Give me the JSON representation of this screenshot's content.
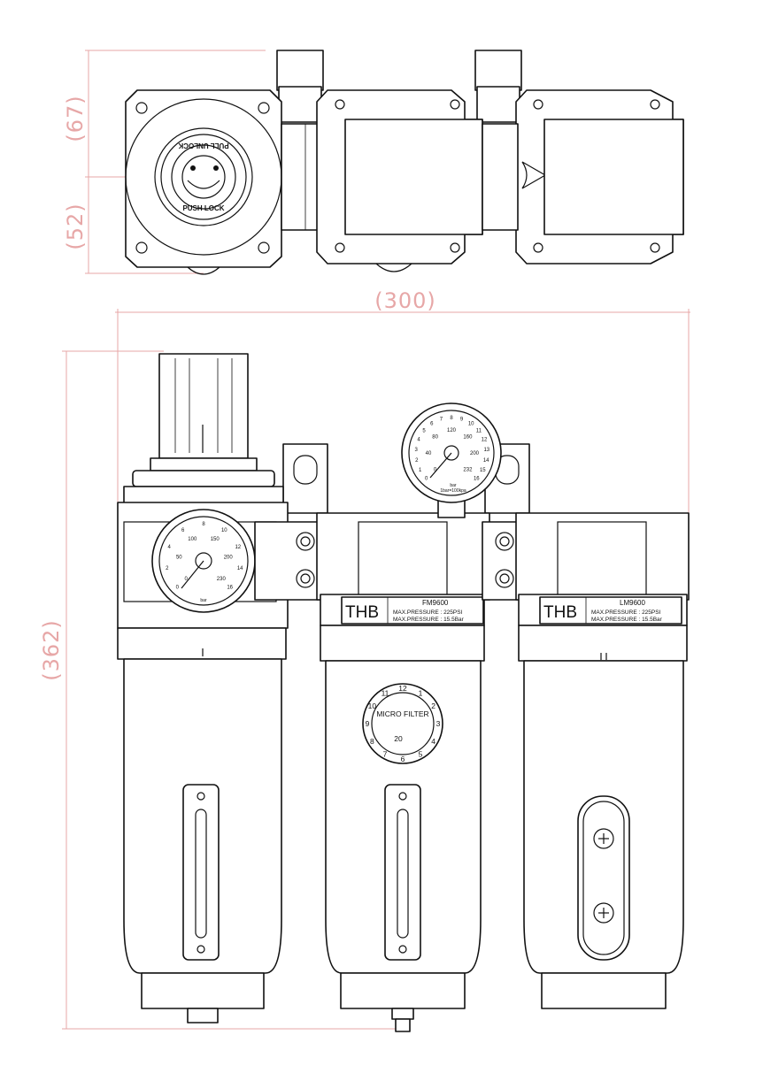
{
  "dimensions": {
    "top_height_upper": "(67)",
    "top_height_lower": "(52)",
    "overall_width": "(300)",
    "overall_height": "(362)"
  },
  "knob": {
    "top_text": "PULL UNLOCK",
    "bottom_text": "PUSH LOCK"
  },
  "units": [
    {
      "brand": "THB",
      "model": "FM9600",
      "spec_1": "MAX.PRESSURE : 225PSI",
      "spec_2": "MAX.PRESSURE : 15.5Bar"
    },
    {
      "brand": "THB",
      "model": "LM9600",
      "spec_1": "MAX.PRESSURE : 225PSI",
      "spec_2": "MAX.PRESSURE : 15.5Bar"
    }
  ],
  "filter_dial": {
    "label": "MICRO FILTER",
    "value": "20",
    "numbers": [
      "12",
      "1",
      "2",
      "3",
      "4",
      "5",
      "6",
      "7",
      "8",
      "9",
      "10",
      "11"
    ]
  },
  "gauge_regulator": {
    "psi": [
      "0",
      "50",
      "100",
      "150",
      "200",
      "230"
    ],
    "bar": [
      "0",
      "2",
      "4",
      "6",
      "8",
      "10",
      "12",
      "14",
      "16"
    ],
    "unit_label": "bar"
  },
  "gauge_top": {
    "psi": [
      "0",
      "40",
      "80",
      "120",
      "160",
      "200",
      "232"
    ],
    "bar": [
      "0",
      "1",
      "2",
      "3",
      "4",
      "5",
      "6",
      "7",
      "8",
      "9",
      "10",
      "11",
      "12",
      "13",
      "14",
      "15",
      "16"
    ],
    "unit_label": "bar",
    "unit_sub": "1bar=100kpa"
  }
}
